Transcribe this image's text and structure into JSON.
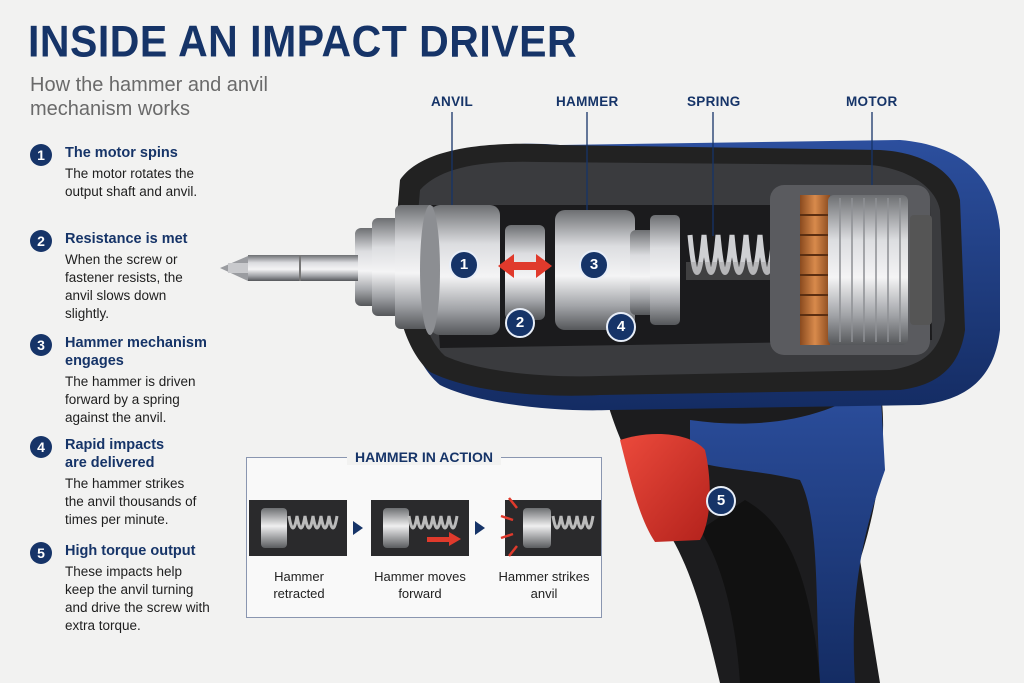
{
  "header": {
    "title": "INSIDE AN IMPACT DRIVER",
    "subtitle": "How the hammer and anvil mechanism works"
  },
  "steps": [
    {
      "number": "1",
      "title": "The motor spins",
      "desc": "The motor rotates the output shaft and anvil."
    },
    {
      "number": "2",
      "title": "Resistance is met",
      "desc": "When the screw or fastener resists, the anvil slows down slightly."
    },
    {
      "number": "3",
      "title": "Hammer mechanism engages",
      "desc": "The hammer is driven forward by a spring against the anvil."
    },
    {
      "number": "4",
      "title": "Rapid impacts are delivered",
      "desc": "The hammer strikes the anvil thousands of times per minute."
    },
    {
      "number": "5",
      "title": "High torque output",
      "desc": "These impacts help keep the anvil turning and drive the screw with extra torque."
    }
  ],
  "part_labels": {
    "anvil": "ANVIL",
    "hammer": "HAMMER",
    "spring": "SPRING",
    "motor": "MOTOR"
  },
  "markers": [
    "1",
    "2",
    "3",
    "4",
    "5"
  ],
  "action_panel": {
    "title": "HAMMER IN ACTION",
    "frames": [
      {
        "caption_line1": "Hammer",
        "caption_line2": "retracted"
      },
      {
        "caption_line1": "Hammer moves",
        "caption_line2": "forward"
      },
      {
        "caption_line1": "Hammer strikes",
        "caption_line2": "anvil"
      }
    ]
  },
  "colors": {
    "navy": "#163468",
    "tool_blue": "#1f3f86",
    "trigger_red": "#d8312a",
    "accent_red": "#e03a2c"
  }
}
